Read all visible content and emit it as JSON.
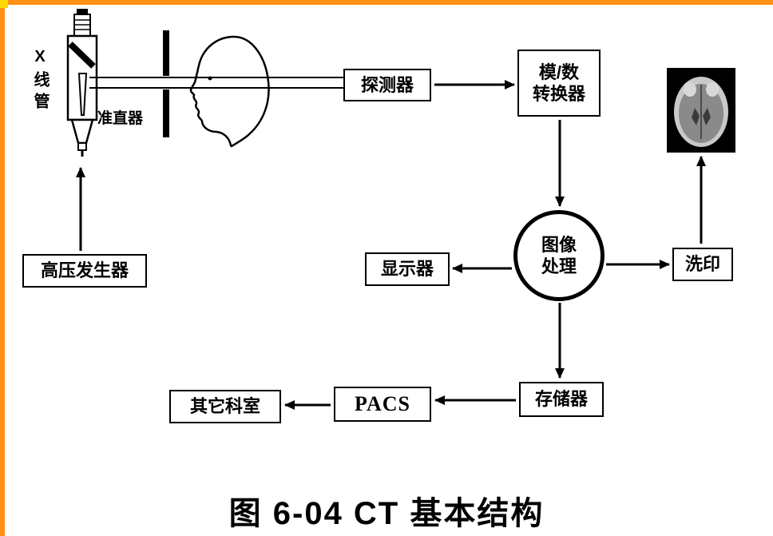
{
  "title": "图 6-04  CT 基本结构",
  "colors": {
    "accent": "#FF9012",
    "corner": "#FFD800",
    "ink": "#000000",
    "paper": "#FFFFFF"
  },
  "diagram": {
    "labels": {
      "xray_tube": "X线管",
      "collimator": "准直器"
    },
    "nodes": {
      "detector": "探测器",
      "ad_converter": "模/数\n转换器",
      "image_processing": "图像\n处理",
      "display": "显示器",
      "print": "洗印",
      "storage": "存储器",
      "pacs": "PACS",
      "other_departments": "其它科室",
      "hv_generator": "高压发生器"
    },
    "figures": {
      "xray_tube_drawing": "x-ray-tube-icon",
      "collimator_bar": "collimator-slit-icon",
      "patient_head": "patient-head-profile-icon",
      "ct_image": "brain-ct-scan-thumbnail"
    },
    "edges": [
      {
        "from": "hv_generator",
        "to": "xray_tube"
      },
      {
        "from": "xray_tube",
        "to": "detector",
        "via": "collimator and patient head (x-ray beam)"
      },
      {
        "from": "detector",
        "to": "ad_converter"
      },
      {
        "from": "ad_converter",
        "to": "image_processing"
      },
      {
        "from": "image_processing",
        "to": "display"
      },
      {
        "from": "image_processing",
        "to": "print"
      },
      {
        "from": "print",
        "to": "ct_image"
      },
      {
        "from": "image_processing",
        "to": "storage"
      },
      {
        "from": "storage",
        "to": "pacs"
      },
      {
        "from": "pacs",
        "to": "other_departments"
      }
    ]
  }
}
